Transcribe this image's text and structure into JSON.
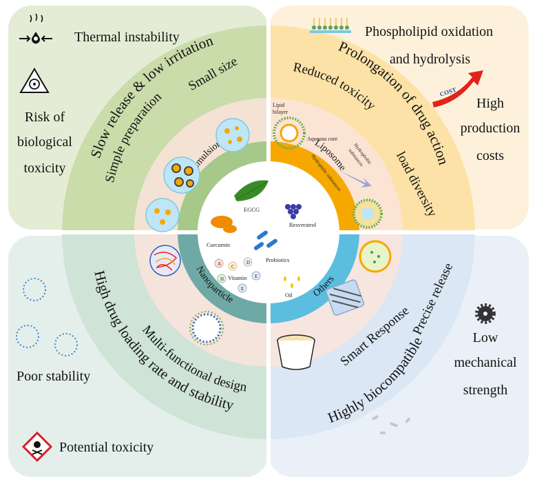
{
  "quadrants": {
    "emulsion": {
      "name": "Emulsion",
      "advantages": [
        "Slow release & low irritation",
        "Small  size",
        "Simple preparation"
      ],
      "disadvantages": [
        "Thermal instability",
        "Risk of",
        "biological",
        "toxicity"
      ],
      "icons": [
        "thermal-instability-icon",
        "biohazard-icon"
      ]
    },
    "liposome": {
      "name": "Liposome",
      "advantages": [
        "Prolongation of drug action",
        "Reduced toxicity",
        "load diversity"
      ],
      "disadvantages": [
        "Phospholipid oxidation",
        "and hydrolysis",
        "High",
        "production",
        "costs"
      ],
      "cost_label": "COST",
      "labels": {
        "lipid": "Lipid",
        "bilayer": "bilayer",
        "aqueous_core": "Aqueous core",
        "hydrophilic": "Hydrophilic substances",
        "hydrophobic": "Hydrophobic",
        "substances": "substances"
      }
    },
    "nanoparticle": {
      "name": "Nanoparticle",
      "advantages": [
        "Multi-functional design",
        "High drug loading rate and stability"
      ],
      "disadvantages": [
        "Poor stability",
        "Potential toxicity"
      ],
      "icons": [
        "toxic-warning-icon"
      ]
    },
    "others": {
      "name": "Others",
      "advantages": [
        "Precise release",
        "Smart Response",
        "Highly biocompatible"
      ],
      "disadvantages": [
        "Low",
        "mechanical",
        "strength"
      ],
      "icons": [
        "gear-icon"
      ]
    }
  },
  "center": {
    "ingredients": [
      "EGCG",
      "Resveratrol",
      "Curcumin",
      "Probiotics",
      "Vitamin",
      "Oil"
    ],
    "vitamin_letters": [
      "A",
      "C",
      "D",
      "E",
      "H",
      "E"
    ]
  },
  "colors": {
    "emulsion_bg": "#e4ecd5",
    "emulsion_arc": "#c9dcaa",
    "emulsion_band": "#a6c98a",
    "liposome_bg": "#fdf1dc",
    "liposome_arc": "#fde2a8",
    "liposome_band": "#f6a800",
    "nanoparticle_bg": "#e4efec",
    "nanoparticle_arc": "#cfe3d7",
    "nanoparticle_band": "#6ea9a5",
    "others_bg": "#eaf0f7",
    "others_arc": "#dbe7f4",
    "others_band": "#5bbde0",
    "inner_ring": "#fbe4dc",
    "center": "#ffffff"
  }
}
